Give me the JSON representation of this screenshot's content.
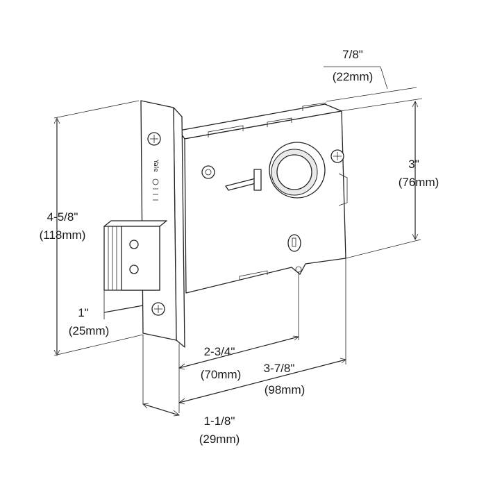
{
  "dimensions": {
    "backset_top": {
      "fraction": "7/8\"",
      "metric": "(22mm)"
    },
    "hub_height": {
      "fraction": "3\"",
      "metric": "(76mm)"
    },
    "faceplate_height": {
      "fraction": "4-5/8\"",
      "metric": "(118mm)"
    },
    "bolt_throw": {
      "fraction": "1\"",
      "metric": "(25mm)"
    },
    "backset": {
      "fraction": "2-3/4\"",
      "metric": "(70mm)"
    },
    "case_depth": {
      "fraction": "3-7/8\"",
      "metric": "(98mm)"
    },
    "faceplate_width": {
      "fraction": "1-1/8\"",
      "metric": "(29mm)"
    }
  },
  "brand": {
    "faceplate_logo": "Yale"
  }
}
